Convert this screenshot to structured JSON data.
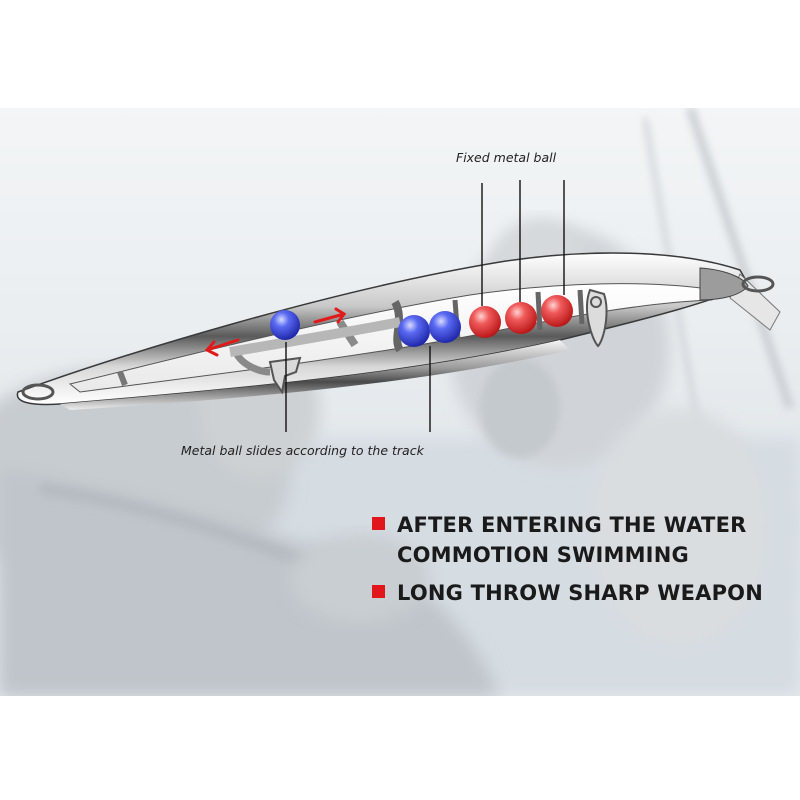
{
  "callouts": {
    "fixed_ball": "Fixed metal ball",
    "sliding_ball": "Metal ball slides according to the track"
  },
  "features": [
    {
      "text": "After entering the water commotion swimming"
    },
    {
      "text": "Long throw sharp weapon"
    }
  ],
  "colors": {
    "bullet": "#e0161c",
    "fixed_ball": "#e23a3a",
    "sliding_ball": "#3a4fe0",
    "arrow": "#e01a1a"
  },
  "icons": [
    "lure-cutaway-illustration",
    "split-ring-icon",
    "line-tie-icon",
    "direction-arrow-icon"
  ]
}
